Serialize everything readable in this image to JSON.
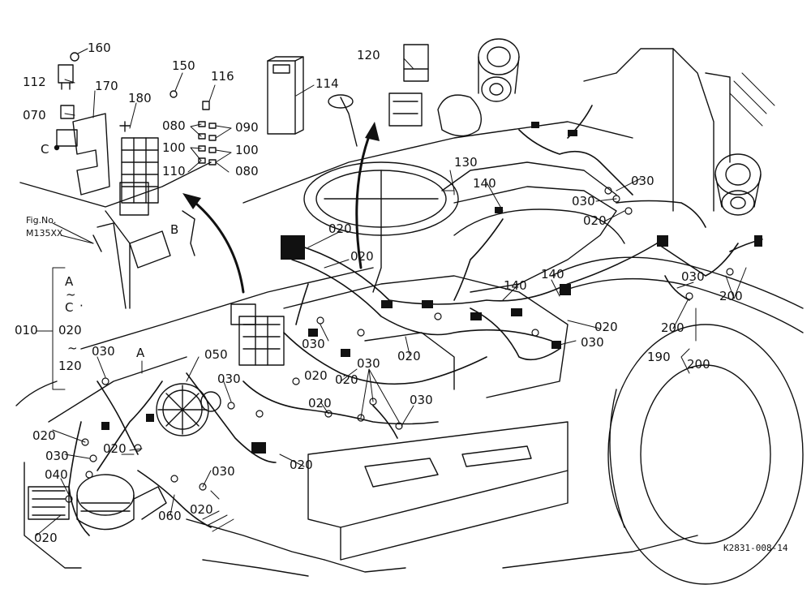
{
  "drawing_id": "K2831-008-14",
  "figure_ref": {
    "label": "Fig.No.",
    "number": "M135XX"
  },
  "insert_letters": [
    "A",
    "B",
    "C"
  ],
  "range_group": {
    "from": "A",
    "tilde": "~",
    "to": "C",
    "sep": "·",
    "start": "020",
    "end": "120"
  },
  "part_numbers": {
    "p010": "010",
    "p020": "020",
    "p030": "030",
    "p040": "040",
    "p050": "050",
    "p060": "060",
    "p070": "070",
    "p080": "080",
    "p090": "090",
    "p100": "100",
    "p110": "110",
    "p112": "112",
    "p114": "114",
    "p116": "116",
    "p120": "120",
    "p130": "130",
    "p140": "140",
    "p150": "150",
    "p160": "160",
    "p170": "170",
    "p180": "180",
    "p190": "190",
    "p200": "200"
  }
}
